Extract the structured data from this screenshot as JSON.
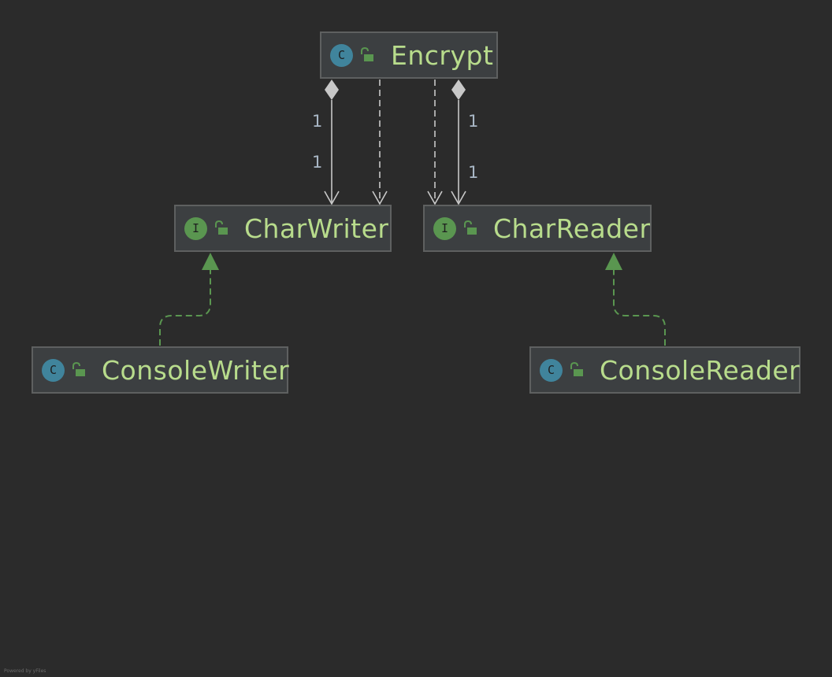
{
  "nodes": {
    "encrypt": {
      "name": "Encrypt",
      "kind": "class",
      "kind_letter": "C"
    },
    "char_writer": {
      "name": "CharWriter",
      "kind": "interface",
      "kind_letter": "I"
    },
    "char_reader": {
      "name": "CharReader",
      "kind": "interface",
      "kind_letter": "I"
    },
    "console_writer": {
      "name": "ConsoleWriter",
      "kind": "class",
      "kind_letter": "C"
    },
    "console_reader": {
      "name": "ConsoleReader",
      "kind": "class",
      "kind_letter": "C"
    }
  },
  "edges": [
    {
      "from": "Encrypt",
      "to": "CharWriter",
      "type": "composition",
      "source_mult": "1",
      "target_mult": "1"
    },
    {
      "from": "Encrypt",
      "to": "CharWriter",
      "type": "dependency"
    },
    {
      "from": "Encrypt",
      "to": "CharReader",
      "type": "dependency"
    },
    {
      "from": "Encrypt",
      "to": "CharReader",
      "type": "composition",
      "source_mult": "1",
      "target_mult": "1"
    },
    {
      "from": "ConsoleWriter",
      "to": "CharWriter",
      "type": "realization"
    },
    {
      "from": "ConsoleReader",
      "to": "CharReader",
      "type": "realization"
    }
  ],
  "credit": "Powered by yFiles",
  "colors": {
    "background": "#2b2b2b",
    "node_fill": "#3c3f41",
    "node_border": "#5e6060",
    "name_text": "#b8dc8c",
    "class_badge": "#40849c",
    "interface_badge": "#5a9650",
    "association_line": "#c8c8c8",
    "realization_line": "#5a9650"
  },
  "icons": {
    "visibility": "unlock-icon"
  }
}
